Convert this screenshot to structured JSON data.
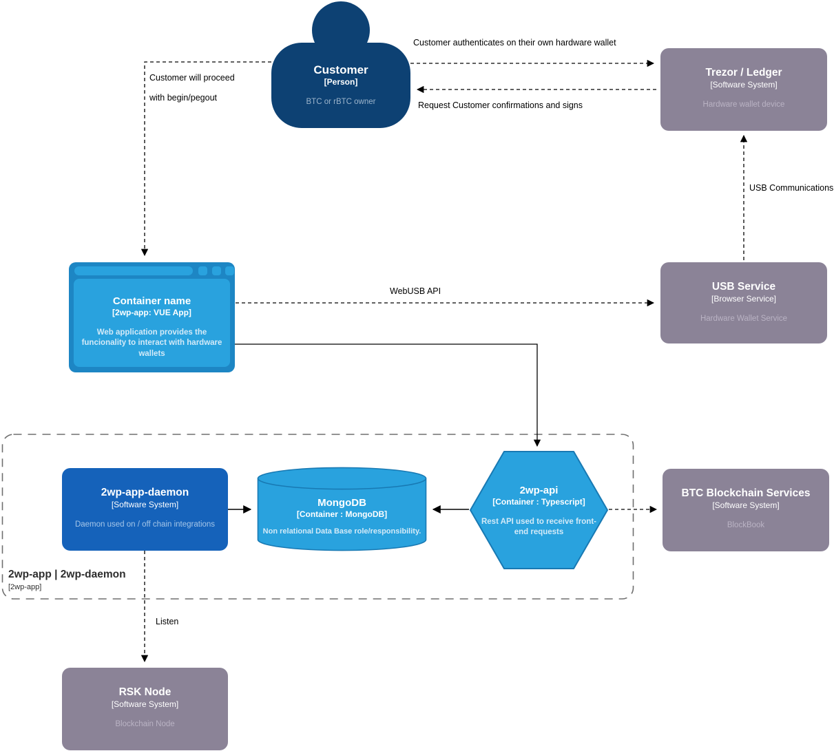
{
  "nodes": {
    "customer": {
      "name": "Customer",
      "type": "[Person]",
      "desc": "BTC or rBTC owner"
    },
    "trezor_ledger": {
      "name": "Trezor / Ledger",
      "type": "[Software System]",
      "desc": "Hardware wallet device"
    },
    "web_app": {
      "name": "Container name",
      "type": "[2wp-app: VUE App]",
      "desc": "Web application provides the funcionality to interact with hardware wallets"
    },
    "usb_service": {
      "name": "USB Service",
      "type": "[Browser Service]",
      "desc": "Hardware Wallet Service"
    },
    "daemon": {
      "name": "2wp-app-daemon",
      "type": "[Software System]",
      "desc": "Daemon used on / off chain integrations"
    },
    "mongodb": {
      "name": "MongoDB",
      "type": "[Container : MongoDB]",
      "desc": "Non relational Data Base role/responsibility."
    },
    "api": {
      "name": "2wp-api",
      "type": "[Container : Typescript]",
      "desc": "Rest API used to receive front-end requests"
    },
    "btc_blockchain": {
      "name": "BTC Blockchain Services",
      "type": "[Software System]",
      "desc": "BlockBook"
    },
    "rsk_node": {
      "name": "RSK Node",
      "type": "[Software System]",
      "desc": "Blockchain Node"
    }
  },
  "boundary": {
    "name": "2wp-app | 2wp-daemon",
    "type": "[2wp-app]"
  },
  "edge_labels": {
    "authenticate": "Customer authenticates on their own hardware wallet",
    "request_signs": "Request Customer confirmations and signs",
    "proceed_line1": "Customer will proceed",
    "proceed_line2": "with begin/pegout",
    "usb_communications": "USB Communications",
    "webusb_api": "WebUSB API",
    "listen": "Listen"
  },
  "colors": {
    "person": "#0d4173",
    "gray-node": "#8b8397",
    "blue-bright": "#29a2de",
    "blue-frame": "#1d86c4",
    "blue-daemon": "#1562ba",
    "shape-stroke": "#1879b3",
    "muted-on-gray": "#bab3c4",
    "muted-on-navy": "#9cb4cb",
    "muted-on-blue": "#d3eaf8",
    "muted-on-daemon": "#a5c6e8",
    "line": "#000000",
    "boundary": "#6e6e6e"
  }
}
